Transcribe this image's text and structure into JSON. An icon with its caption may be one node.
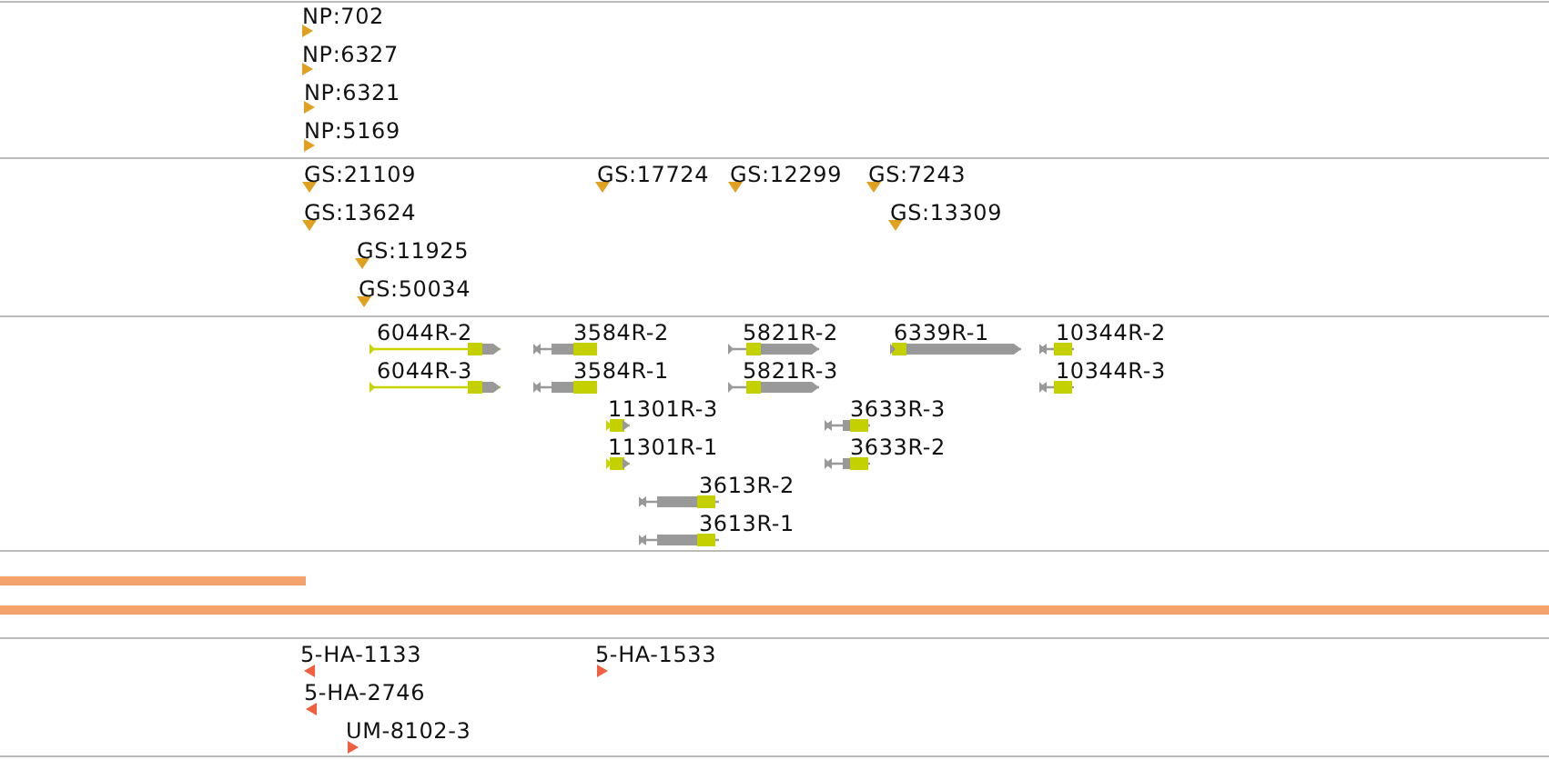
{
  "diagram": {
    "labels": [
      "NP:702",
      "NP:6327",
      "NP:6321",
      "NP:5169",
      "GS:21109",
      "GS:17724",
      "GS:12299",
      "GS:7243",
      "GS:13624",
      "GS:13309",
      "GS:11925",
      "GS:50034",
      "6044R-2",
      "3584R-2",
      "5821R-2",
      "6339R-1",
      "10344R-2",
      "6044R-3",
      "3584R-1",
      "5821R-3",
      "10344R-3",
      "11301R-3",
      "3633R-3",
      "11301R-1",
      "3633R-2",
      "3613R-2",
      "3613R-1",
      "5-HA-1133",
      "5-HA-1533",
      "5-HA-2746",
      "UM-8102-3"
    ]
  }
}
